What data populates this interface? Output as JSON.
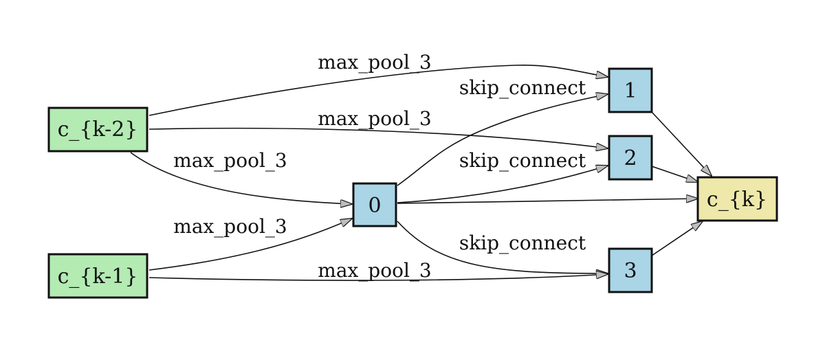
{
  "colors": {
    "input_fill": "#b3ebb3",
    "op_fill": "#a9d5e6",
    "output_fill": "#eee8aa",
    "stroke": "#111111",
    "arrowhead": "#bdbdbd"
  },
  "nodes": [
    {
      "id": "ck2",
      "label": "c_{k-2}",
      "kind": "input"
    },
    {
      "id": "ck1",
      "label": "c_{k-1}",
      "kind": "input"
    },
    {
      "id": "n0",
      "label": "0",
      "kind": "op"
    },
    {
      "id": "n1",
      "label": "1",
      "kind": "op"
    },
    {
      "id": "n2",
      "label": "2",
      "kind": "op"
    },
    {
      "id": "n3",
      "label": "3",
      "kind": "op"
    },
    {
      "id": "ck",
      "label": "c_{k}",
      "kind": "output"
    }
  ],
  "edges": [
    {
      "id": "ck2-n1",
      "from": "c_{k-2}",
      "to": "1",
      "label": "max_pool_3"
    },
    {
      "id": "n0-n1",
      "from": "0",
      "to": "1",
      "label": "skip_connect"
    },
    {
      "id": "ck2-n2",
      "from": "c_{k-2}",
      "to": "2",
      "label": "max_pool_3"
    },
    {
      "id": "ck2-n0",
      "from": "c_{k-2}",
      "to": "0",
      "label": "max_pool_3"
    },
    {
      "id": "n0-n2",
      "from": "0",
      "to": "2",
      "label": "skip_connect"
    },
    {
      "id": "ck1-n0",
      "from": "c_{k-1}",
      "to": "0",
      "label": "max_pool_3"
    },
    {
      "id": "n0-n3",
      "from": "0",
      "to": "3",
      "label": "skip_connect"
    },
    {
      "id": "ck1-n3",
      "from": "c_{k-1}",
      "to": "3",
      "label": "max_pool_3"
    },
    {
      "id": "n1-ck",
      "from": "1",
      "to": "c_{k}",
      "label": ""
    },
    {
      "id": "n2-ck",
      "from": "2",
      "to": "c_{k}",
      "label": ""
    },
    {
      "id": "n0-ck",
      "from": "0",
      "to": "c_{k}",
      "label": ""
    },
    {
      "id": "n3-ck",
      "from": "3",
      "to": "c_{k}",
      "label": ""
    }
  ]
}
